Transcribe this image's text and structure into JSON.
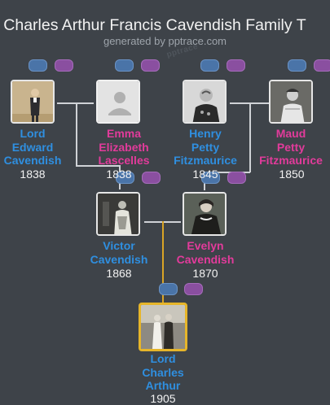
{
  "header": {
    "title": "d Charles Arthur Francis Cavendish Family T",
    "subtitle": "generated by pptrace.com",
    "watermark": "pptrace"
  },
  "persons": [
    {
      "id": "lord-edward",
      "name": "Lord Edward Cavendish",
      "name_lines": [
        "Lord",
        "Edward",
        "Cavendish"
      ],
      "year": "1838",
      "gender": "male",
      "photo": "portrait-lord-edward"
    },
    {
      "id": "emma",
      "name": "Emma Elizabeth Lascelles",
      "name_lines": [
        "Emma",
        "Elizabeth",
        "Lascelles"
      ],
      "year": "1838",
      "gender": "female",
      "photo": "avatar-placeholder"
    },
    {
      "id": "henry",
      "name": "Henry Petty Fitzmaurice",
      "name_lines": [
        "Henry",
        "Petty",
        "Fitzmaurice"
      ],
      "year": "1845",
      "gender": "male",
      "photo": "portrait-henry"
    },
    {
      "id": "maud",
      "name": "Maud Petty Fitzmaurice",
      "name_lines": [
        "Maud",
        "Petty",
        "Fitzmaurice"
      ],
      "year": "1850",
      "gender": "female",
      "photo": "portrait-maud"
    },
    {
      "id": "victor",
      "name": "Victor Cavendish",
      "name_lines": [
        "Victor",
        "Cavendish"
      ],
      "year": "1868",
      "gender": "male",
      "photo": "portrait-victor"
    },
    {
      "id": "evelyn",
      "name": "Evelyn Cavendish",
      "name_lines": [
        "Evelyn",
        "Cavendish"
      ],
      "year": "1870",
      "gender": "female",
      "photo": "portrait-evelyn"
    },
    {
      "id": "lord-charles",
      "name": "Lord Charles Arthur",
      "name_lines": [
        "Lord",
        "Charles",
        "Arthur"
      ],
      "year": "1905",
      "gender": "male",
      "photo": "portrait-lord-charles"
    }
  ],
  "colors": {
    "background": "#3e4349",
    "male": "#2f8fe0",
    "female": "#e23b9b",
    "highlight": "#e6b52a",
    "connector": "#cfd2d6",
    "badge_blue": "#4a74a8",
    "badge_purple": "#8a4fa0"
  }
}
